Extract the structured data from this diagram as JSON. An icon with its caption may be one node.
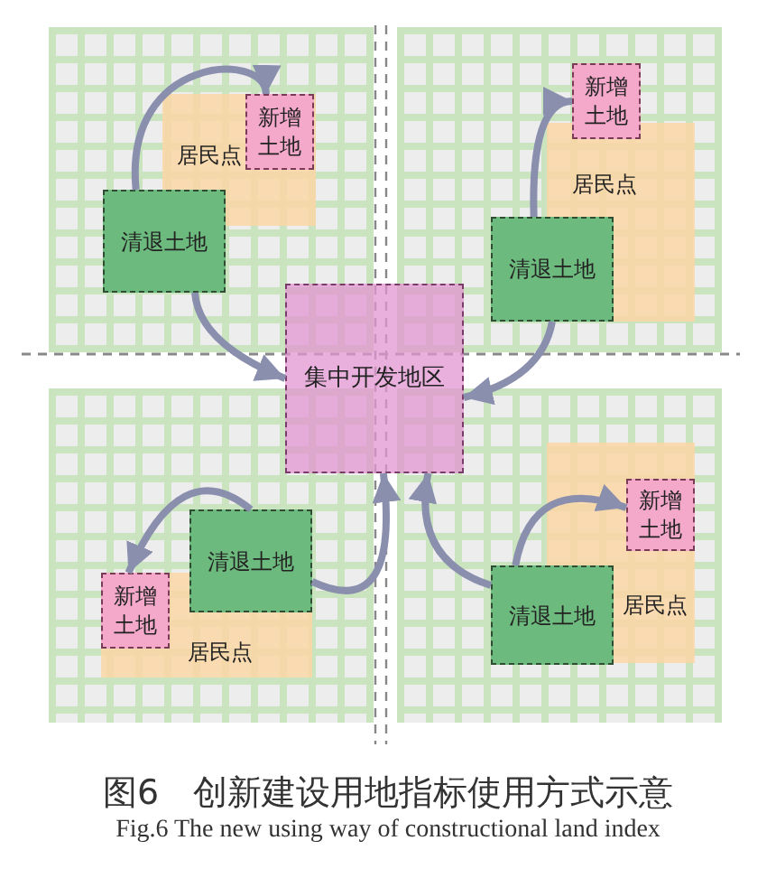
{
  "diagram": {
    "caption": "图6　创新建设用地指标使用方式示意",
    "nodes": [
      {
        "text": [
          "新增土地"
        ],
        "in": 1
      },
      {
        "text": [
          "居民点"
        ]
      },
      {
        "text": [
          "清退土地"
        ]
      },
      {
        "text": [
          "新增土地"
        ]
      },
      {
        "text": [
          "居民点"
        ]
      },
      {
        "text": [
          "清退土地"
        ]
      },
      {
        "text": [
          "集中开发地区"
        ]
      },
      {
        "text": [
          "清退土地"
        ]
      },
      {
        "text": [
          "新增土地"
        ],
        "in": 9
      },
      {
        "text": [
          "居民点"
        ]
      },
      {
        "text": [
          "新增土地"
        ],
        "in": 12
      },
      {
        "text": [
          "清退土地"
        ]
      },
      {
        "text": [
          "居民点"
        ]
      }
    ],
    "edges": [
      {
        "from": 2,
        "to": 0,
        "arrow": "to"
      },
      {
        "from": 2,
        "to": 6,
        "arrow": "to"
      },
      {
        "from": 5,
        "to": 3,
        "arrow": "to"
      },
      {
        "from": 5,
        "to": 6,
        "arrow": "to"
      },
      {
        "from": 7,
        "to": 8,
        "arrow": "to"
      },
      {
        "from": 7,
        "to": 6,
        "arrow": "to"
      },
      {
        "from": 11,
        "to": 10,
        "arrow": "to"
      },
      {
        "from": 11,
        "to": 6,
        "arrow": "to"
      }
    ],
    "labels": [
      "Fig.6 The new using way of constructional land index"
    ]
  }
}
